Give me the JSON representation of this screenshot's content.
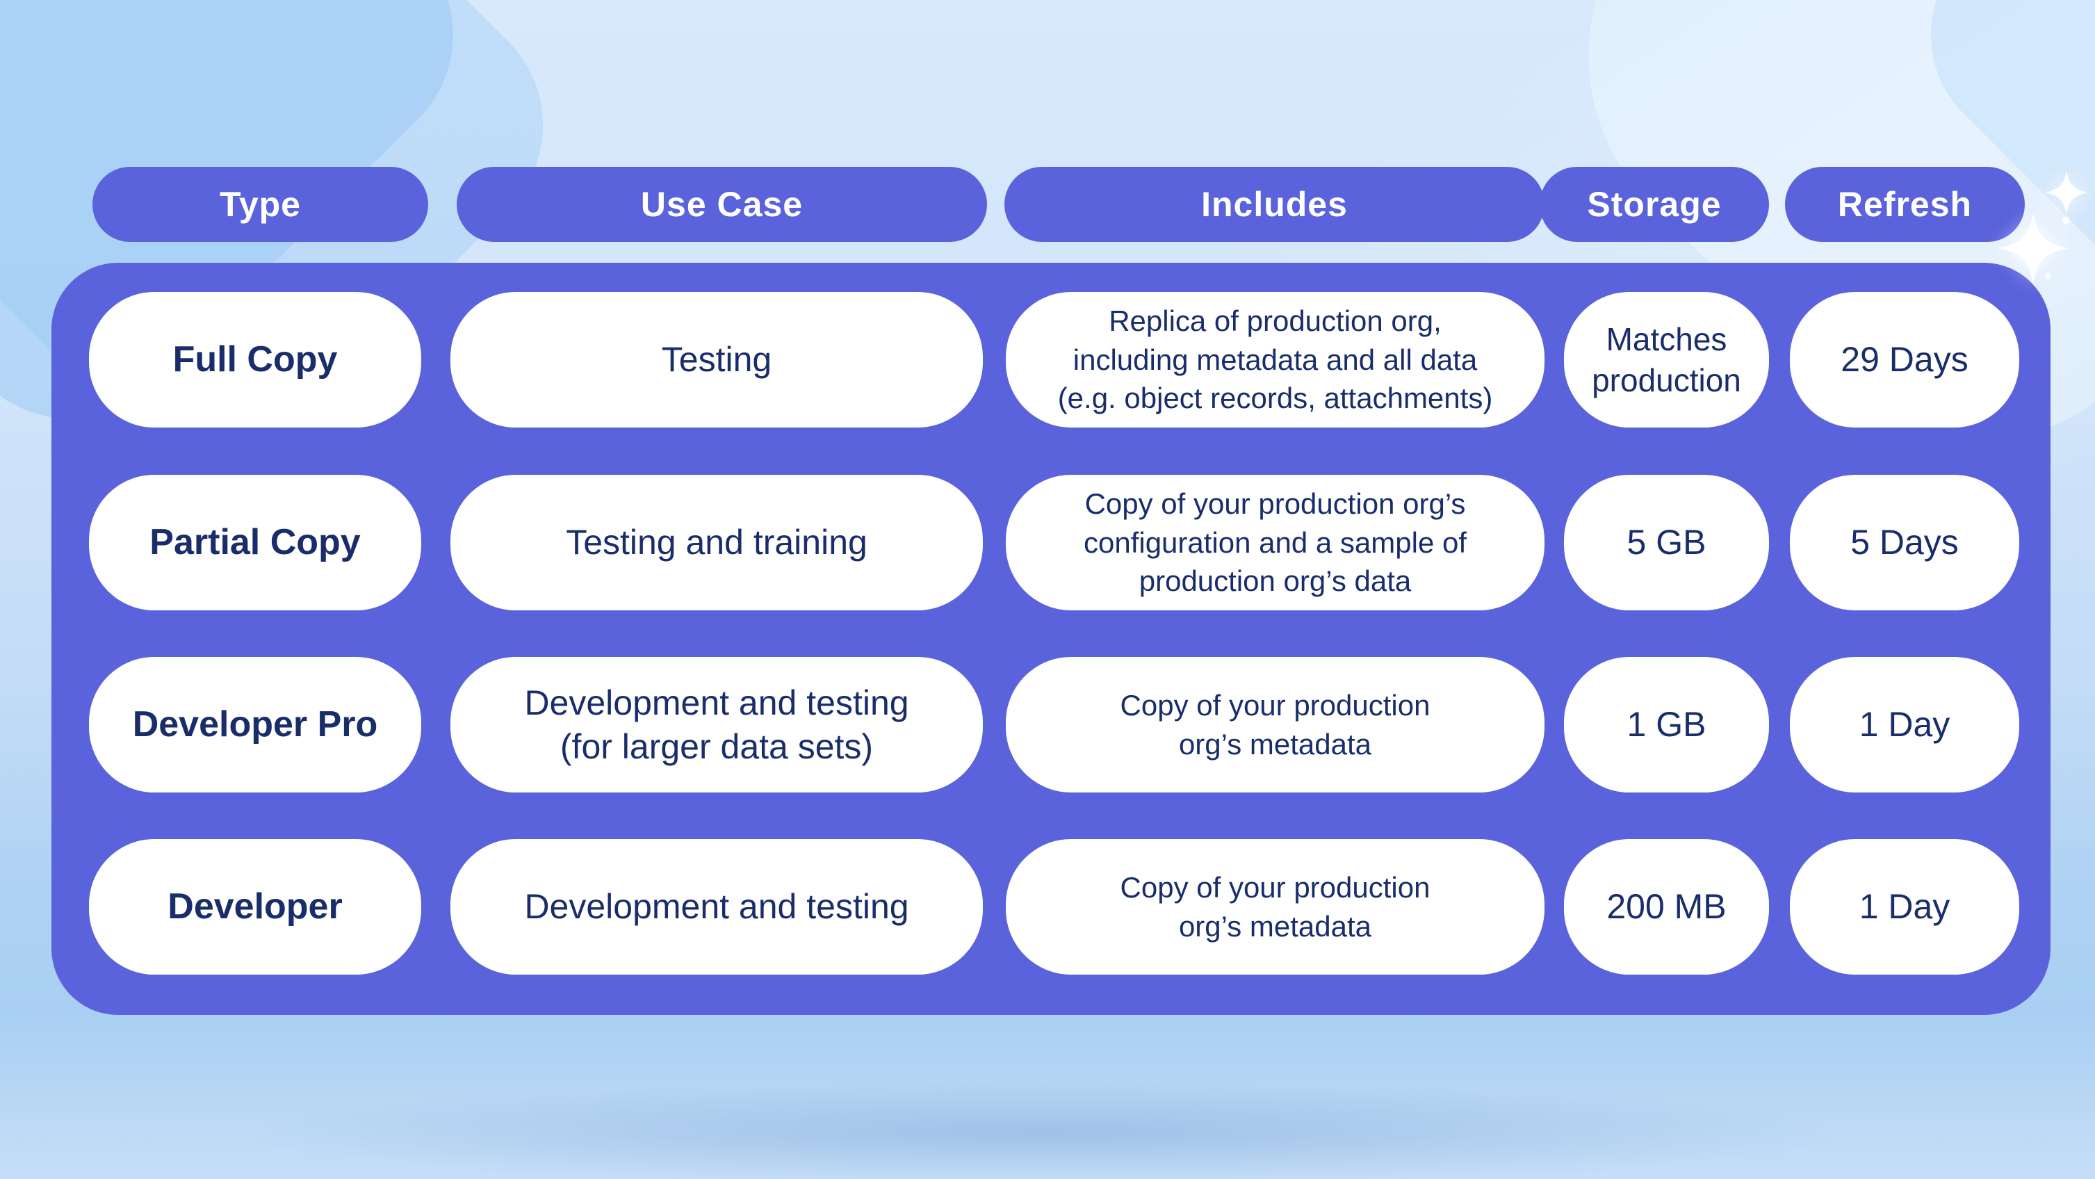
{
  "colors": {
    "accent": "#5A62DC",
    "navy": "#1A2D6B",
    "cell": "#FFFFFF",
    "bg_top": "#D8E9FC",
    "bg_bottom": "#C6DEF7"
  },
  "icons": {
    "sparkle": "four-point-star"
  },
  "chart_data": {
    "type": "table",
    "columns": [
      "Type",
      "Use Case",
      "Includes",
      "Storage",
      "Refresh"
    ],
    "rows": [
      [
        "Full Copy",
        "Testing",
        "Replica of production org,\nincluding metadata and all data\n(e.g. object records, attachments)",
        "Matches\nproduction",
        "29 Days"
      ],
      [
        "Partial Copy",
        "Testing and training",
        "Copy of your production org’s\nconfiguration and a sample of\nproduction org’s data",
        "5 GB",
        "5 Days"
      ],
      [
        "Developer Pro",
        "Development and testing\n(for larger data sets)",
        "Copy of your production\norg’s metadata",
        "1 GB",
        "1 Day"
      ],
      [
        "Developer",
        "Development and testing",
        "Copy of your production\norg’s metadata",
        "200 MB",
        "1 Day"
      ]
    ]
  }
}
